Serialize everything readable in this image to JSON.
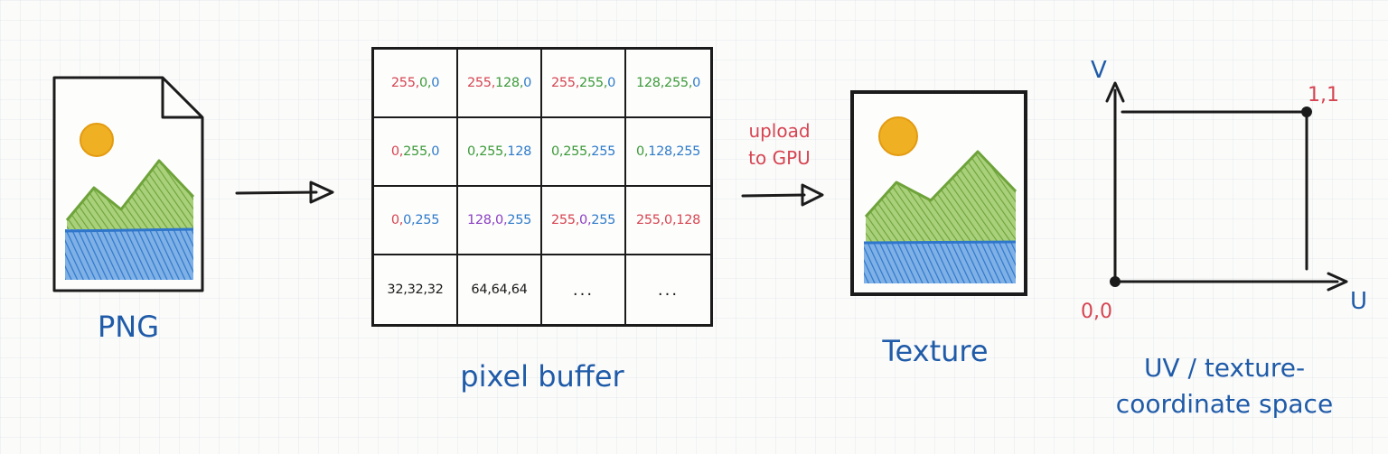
{
  "colors": {
    "ink": "#1b1b1b",
    "label_blue": "#1f5ba8",
    "annotation_red": "#d64552",
    "sun": "#f0b024",
    "grass": "#7fb23d",
    "water": "#3d86d6",
    "r": "#d64552",
    "g": "#3d9a3a",
    "b": "#2f7bc9",
    "purple": "#8a3fc2",
    "neutral": "#1b1b1b"
  },
  "icons": {
    "png": "image-file-icon",
    "texture": "landscape-texture-icon"
  },
  "labels": {
    "png": "PNG",
    "pixel_buffer": "pixel buffer",
    "texture": "Texture",
    "upload_line1": "upload",
    "upload_line2": "to GPU",
    "uv_line1": "UV / texture-",
    "uv_line2": "coordinate space",
    "axis_v": "V",
    "axis_u": "U",
    "origin": "0,0",
    "corner": "1,1"
  },
  "pixel_buffer": {
    "rows": [
      [
        [
          [
            "255",
            "r"
          ],
          [
            "0",
            "g"
          ],
          [
            "0",
            "b"
          ]
        ],
        [
          [
            "255",
            "r"
          ],
          [
            "128",
            "g"
          ],
          [
            "0",
            "b"
          ]
        ],
        [
          [
            "255",
            "r"
          ],
          [
            "255",
            "g"
          ],
          [
            "0",
            "b"
          ]
        ],
        [
          [
            "128",
            "g"
          ],
          [
            "255",
            "g"
          ],
          [
            "0",
            "b"
          ]
        ]
      ],
      [
        [
          [
            "0",
            "r"
          ],
          [
            "255",
            "g"
          ],
          [
            "0",
            "b"
          ]
        ],
        [
          [
            "0",
            "g"
          ],
          [
            "255",
            "g"
          ],
          [
            "128",
            "b"
          ]
        ],
        [
          [
            "0",
            "g"
          ],
          [
            "255",
            "g"
          ],
          [
            "255",
            "b"
          ]
        ],
        [
          [
            "0",
            "g"
          ],
          [
            "128",
            "b"
          ],
          [
            "255",
            "b"
          ]
        ]
      ],
      [
        [
          [
            "0",
            "r"
          ],
          [
            "0",
            "b"
          ],
          [
            "255",
            "b"
          ]
        ],
        [
          [
            "128",
            "purple"
          ],
          [
            "0",
            "purple"
          ],
          [
            "255",
            "b"
          ]
        ],
        [
          [
            "255",
            "r"
          ],
          [
            "0",
            "purple"
          ],
          [
            "255",
            "b"
          ]
        ],
        [
          [
            "255",
            "r"
          ],
          [
            "0",
            "r"
          ],
          [
            "128",
            "r"
          ]
        ]
      ],
      [
        [
          [
            "32",
            "neutral"
          ],
          [
            "32",
            "neutral"
          ],
          [
            "32",
            "neutral"
          ]
        ],
        [
          [
            "64",
            "neutral"
          ],
          [
            "64",
            "neutral"
          ],
          [
            "64",
            "neutral"
          ]
        ],
        [
          [
            "...",
            "neutral"
          ]
        ],
        [
          [
            "...",
            "neutral"
          ]
        ]
      ]
    ]
  }
}
